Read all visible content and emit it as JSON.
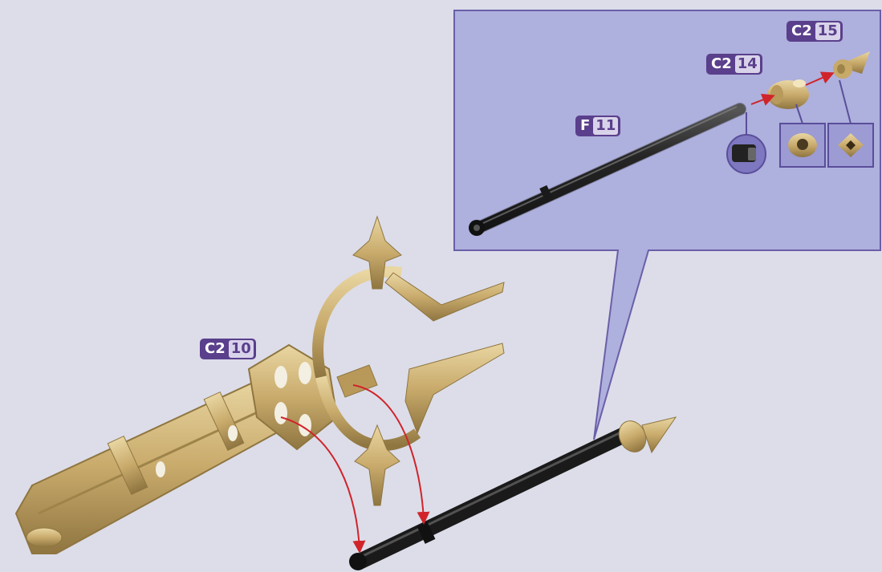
{
  "callout": {
    "fill": "#aeb0dd",
    "stroke": "#6a5fa8"
  },
  "label_color": "#5a3f8c",
  "parts": {
    "c2_10": {
      "code": "C2",
      "num": "10"
    },
    "f_11": {
      "code": "F",
      "num": "11"
    },
    "c2_14": {
      "code": "C2",
      "num": "14"
    },
    "c2_15": {
      "code": "C2",
      "num": "15"
    }
  },
  "colors": {
    "gold": "#c9ab6c",
    "rod": "#2a2a2a",
    "arrow": "#d0242a"
  }
}
